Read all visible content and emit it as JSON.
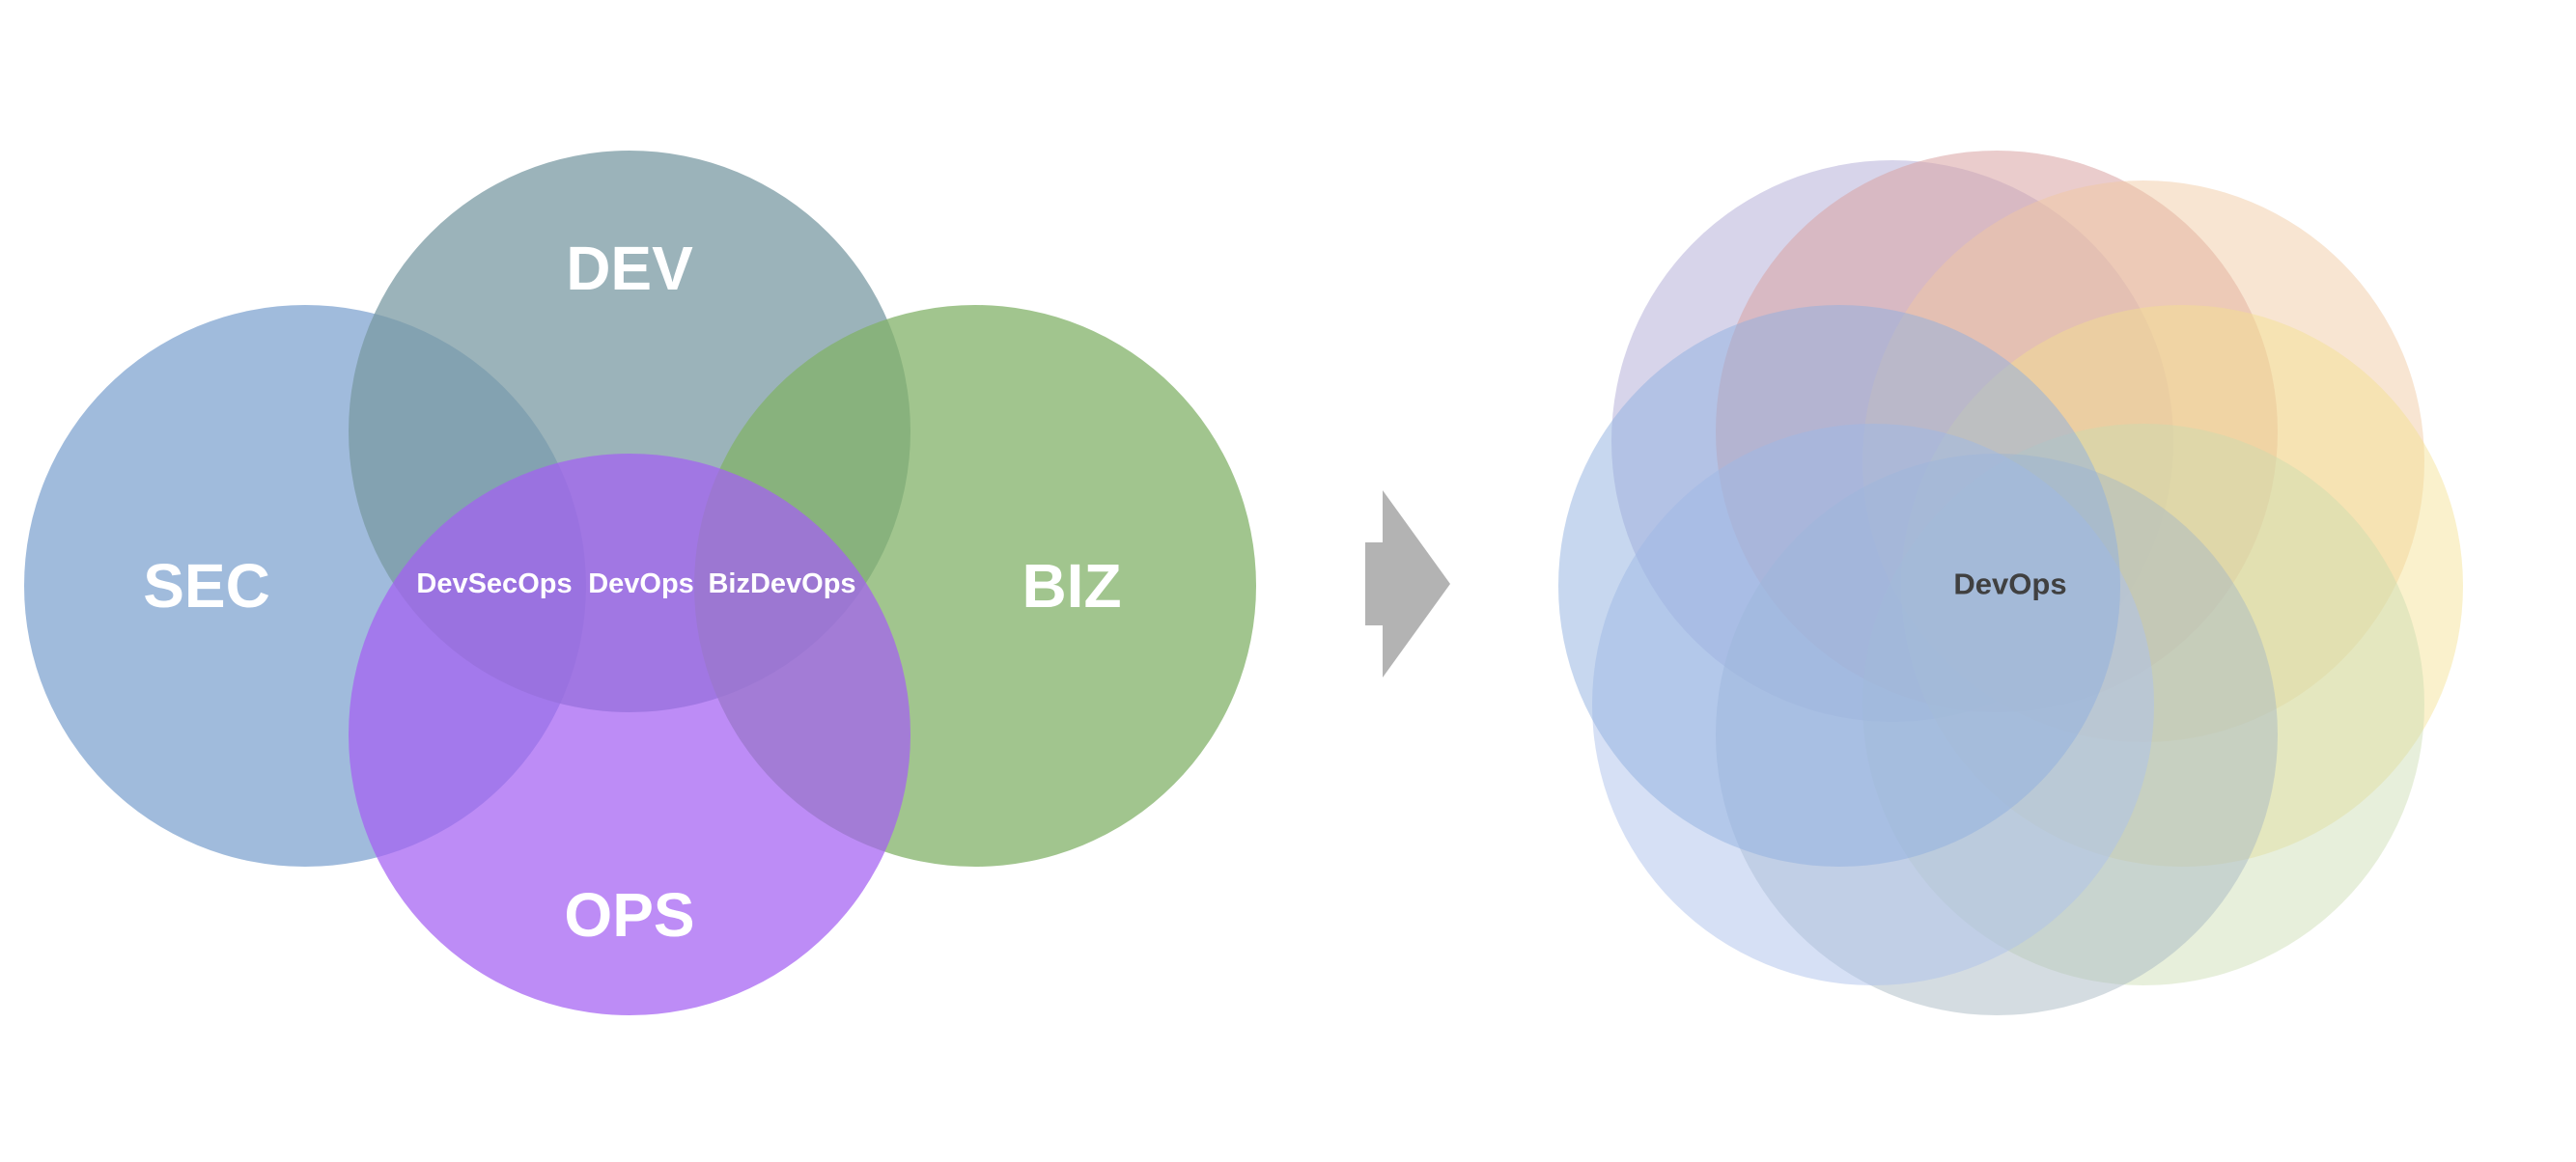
{
  "venn": {
    "sets": [
      {
        "id": "sec",
        "label": "SEC",
        "color": "#7ba1cf"
      },
      {
        "id": "dev",
        "label": "DEV",
        "color": "#7a99a3"
      },
      {
        "id": "biz",
        "label": "BIZ",
        "color": "#82b168"
      },
      {
        "id": "ops",
        "label": "OPS",
        "color": "#a45ff3"
      }
    ],
    "intersections": {
      "devsecops": "DevSecOps",
      "devops": "DevOps",
      "bizdevops": "BizDevOps"
    }
  },
  "flower": {
    "center_label": "DevOps",
    "petal_colors": [
      "#b7b1d9",
      "#d9a3a3",
      "#f0c9a0",
      "#f5e08f",
      "#c9dcb0",
      "#a9b9c4",
      "#aec2ec",
      "#8fb0e0"
    ]
  },
  "arrow": {
    "color": "#b3b3b3"
  }
}
